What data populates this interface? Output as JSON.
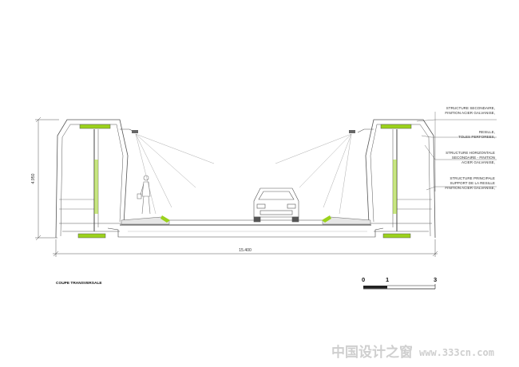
{
  "labels": {
    "structure_secondaire": [
      "STRUCTURE SECONDAIRE,",
      "FINITION ACIER GALVANISE,"
    ],
    "resille": [
      "RESILLE,",
      "TOLES PERFOREES,"
    ],
    "structure_horizontale": [
      "STRUCTURE HORIZONTALE",
      "SECONDAIRE - FINITION",
      "ACIER GALVANISE,"
    ],
    "structure_principale": [
      "STRUCTURE PRINCIPALE",
      "SUPPORT DE LA RESILLE",
      "FINITION ACIER GALVANISE,"
    ]
  },
  "dimensions": {
    "height": "4.950",
    "width": "15.400"
  },
  "caption": "COUPE TRANSVERSALE",
  "scale_bar": [
    "0",
    "1",
    "3"
  ],
  "watermark": {
    "chinese": "中国设计之窗",
    "url": "www.333cn.com"
  },
  "colors": {
    "accent_green": "#9bd21c",
    "line": "#444444"
  }
}
